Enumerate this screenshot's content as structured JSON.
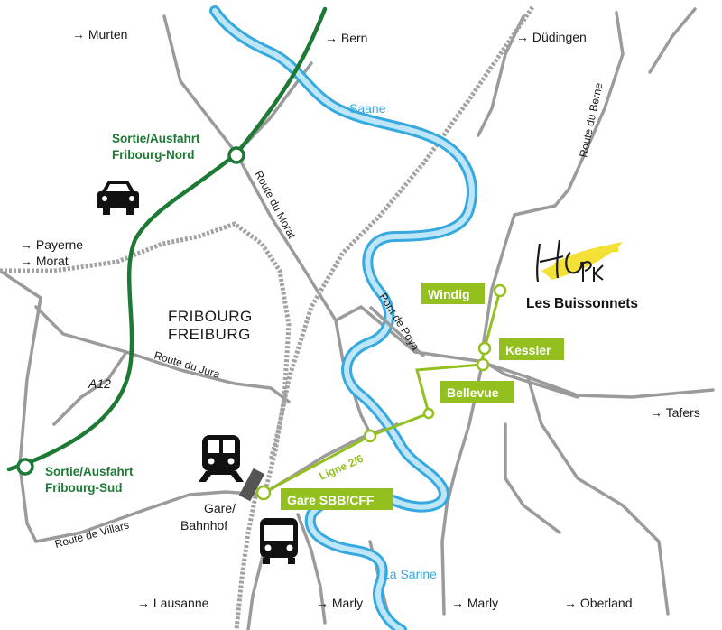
{
  "city": {
    "line1": "FRIBOURG",
    "line2": "FREIBURG"
  },
  "destinations": {
    "murten": "→ Murten",
    "bern": "→ Bern",
    "duedingen": "→ Düdingen",
    "payerne": "→ Payerne",
    "morat": "→ Morat",
    "tafers": "→ Tafers",
    "lausanne": "→ Lausanne",
    "marly_west": "→ Marly",
    "marly_east": "→ Marly",
    "oberland": "→ Oberland"
  },
  "roads": {
    "route_du_morat": "Route du Morat",
    "route_du_jura": "Route du Jura",
    "route_de_villars": "Route de Villars",
    "route_du_berne": "Route du Berne",
    "pont_de_poya": "Pont de Poya",
    "highway": "A12"
  },
  "rivers": {
    "saane": "Saane",
    "sarine": "La Sarine"
  },
  "exits": {
    "north_line1": "Sortie/Ausfahrt",
    "north_line2": "Fribourg-Nord",
    "south_line1": "Sortie/Ausfahrt",
    "south_line2": "Fribourg-Sud"
  },
  "station": {
    "line1": "Gare/",
    "line2": "Bahnhof"
  },
  "bus_line": "Ligne 2/6",
  "stops": [
    {
      "name": "Windig"
    },
    {
      "name": "Kessler"
    },
    {
      "name": "Bellevue"
    },
    {
      "name": "Gare SBB/CFF"
    }
  ],
  "school": {
    "name": "Les Buissonnets",
    "logo_text": "HEPK"
  },
  "icons": [
    "car-icon",
    "train-icon",
    "bus-icon",
    "school-logo"
  ],
  "colors": {
    "highway": "#1d7a35",
    "bus_line": "#93c01f",
    "river": "#36a9df",
    "river_light": "#5cc3ef",
    "road": "#9a9a9a",
    "rail": "#a3a3a3",
    "logo_yellow": "#f3e135"
  }
}
